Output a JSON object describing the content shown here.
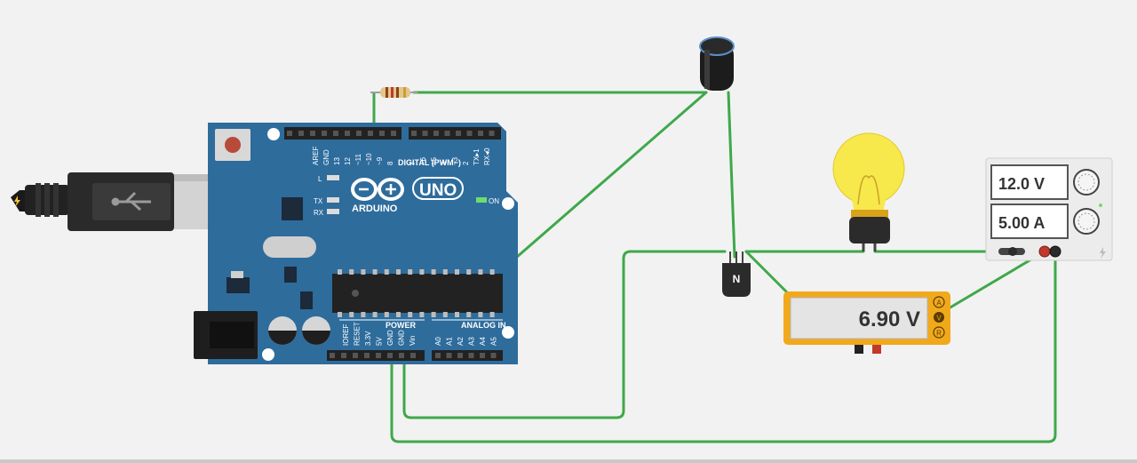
{
  "arduino": {
    "brand": "ARDUINO",
    "model": "UNO",
    "digital_header_label": "DIGITAL (PWM~)",
    "power_label": "POWER",
    "analog_label": "ANALOG IN",
    "on_label": "ON",
    "led_l": "L",
    "led_tx": "TX",
    "led_rx": "RX",
    "digital_pins_left": [
      "AREF",
      "GND",
      "13",
      "12",
      "~11",
      "~10",
      "~9",
      "8"
    ],
    "digital_pins_right": [
      "7",
      "~6",
      "~5",
      "4",
      "~3",
      "2",
      "TX▸1",
      "RX◂0"
    ],
    "power_pins": [
      "IOREF",
      "RESET",
      "3.3V",
      "5V",
      "GND",
      "GND",
      "Vin"
    ],
    "analog_pins": [
      "A0",
      "A1",
      "A2",
      "A3",
      "A4",
      "A5"
    ]
  },
  "transistor": {
    "label": "N"
  },
  "multimeter": {
    "reading": "6.90 V",
    "modes": [
      "A",
      "V",
      "R"
    ],
    "active_mode": "V"
  },
  "power_supply": {
    "voltage": "12.0 V",
    "current": "5.00 A"
  },
  "colors": {
    "wire": "#3fa84a",
    "board": "#2e6c9c",
    "meter_frame": "#f1a91c",
    "bulb": "#f7e84c"
  },
  "icons": [
    "usb-cable-icon",
    "usb-symbol-icon",
    "bolt-icon",
    "resistor-icon",
    "capacitor-icon",
    "lightbulb-icon",
    "knob-icon",
    "reset-button-icon"
  ]
}
